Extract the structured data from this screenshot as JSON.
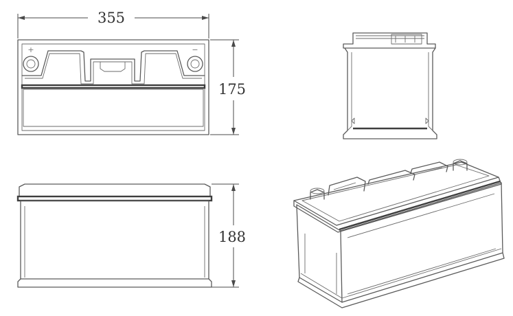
{
  "dimensions": {
    "length": "355",
    "width": "175",
    "height": "188"
  },
  "terminals": {
    "positive_symbol": "+",
    "negative_symbol": "−"
  },
  "colors": {
    "line": "#5a5a5a",
    "text": "#333333",
    "background": "#ffffff"
  }
}
